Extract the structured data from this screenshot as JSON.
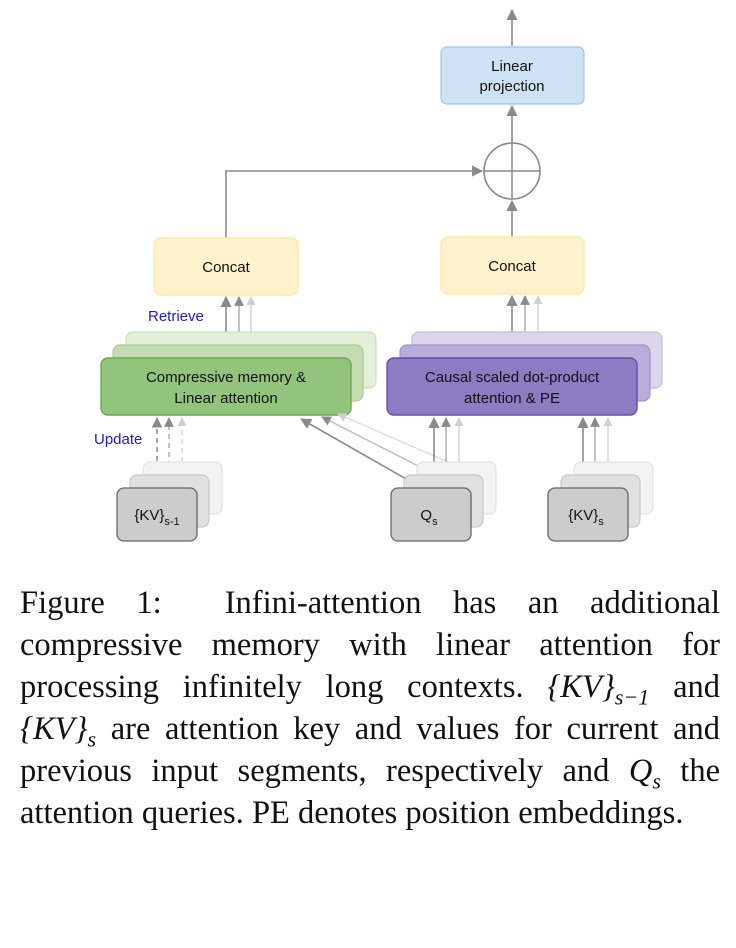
{
  "diagram": {
    "linear_projection": [
      "Linear",
      "projection"
    ],
    "concat_left": "Concat",
    "concat_right": "Concat",
    "compressive_memory": [
      "Compressive memory &",
      "Linear attention"
    ],
    "causal_attention": [
      "Causal scaled dot-product",
      "attention & PE"
    ],
    "retrieve": "Retrieve",
    "update": "Update",
    "kv_prev": {
      "base": "{KV}",
      "sub": "s-1"
    },
    "q_current": {
      "base": "Q",
      "sub": "s"
    },
    "kv_current": {
      "base": "{KV}",
      "sub": "s"
    },
    "colors": {
      "linear_fill": "#cfe2f3",
      "linear_stroke": "#9fc5e8",
      "concat_fill": "#fff2cc",
      "concat_stroke": "#ffe599",
      "memory_fill": "#93c47d",
      "memory_stroke": "#6aa84f",
      "attention_fill": "#8e7cc3",
      "attention_stroke": "#674ea7",
      "input_fill": "#cccccc",
      "input_stroke": "#666666",
      "label_blue": "#1c1cd4"
    }
  },
  "caption": {
    "figure_label": "Figure 1:",
    "text_1": "Infini-attention has an additional compressive memory with linear attention for processing infinitely long contexts.",
    "kv_prev_base": "{KV}",
    "kv_prev_sub": "s−1",
    "and": "and",
    "kv_curr_base": "{KV}",
    "kv_curr_sub": "s",
    "text_2": "are attention key and values for current and previous input segments, respectively and",
    "q_base": "Q",
    "q_sub": "s",
    "text_3": "the attention queries. PE denotes position embeddings."
  }
}
